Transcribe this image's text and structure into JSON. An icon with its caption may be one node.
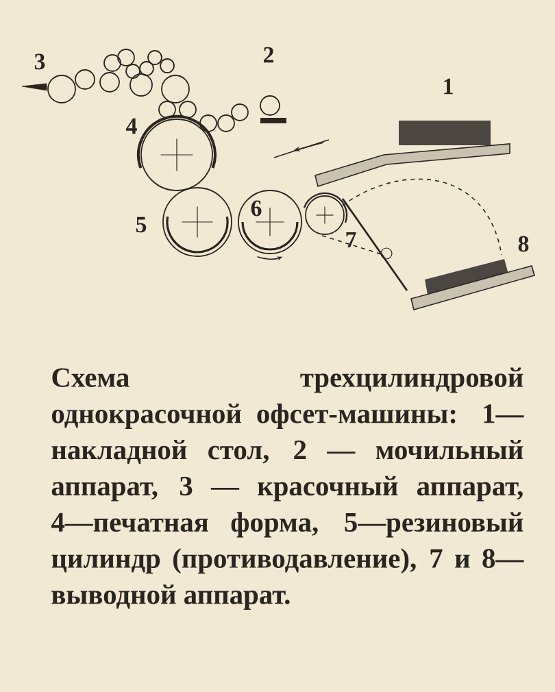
{
  "diagram": {
    "caption": "Схема трехцилиндровой однокрасочной офсет-машины: 1—накладной стол, 2 — мочильный аппарат, 3 — красочный аппарат, 4—печатная форма, 5—резиновый цилиндр (противодавление), 7 и 8—выводной аппарат.",
    "labels": [
      "3",
      "2",
      "1",
      "4",
      "5",
      "6",
      "7",
      "8"
    ]
  }
}
